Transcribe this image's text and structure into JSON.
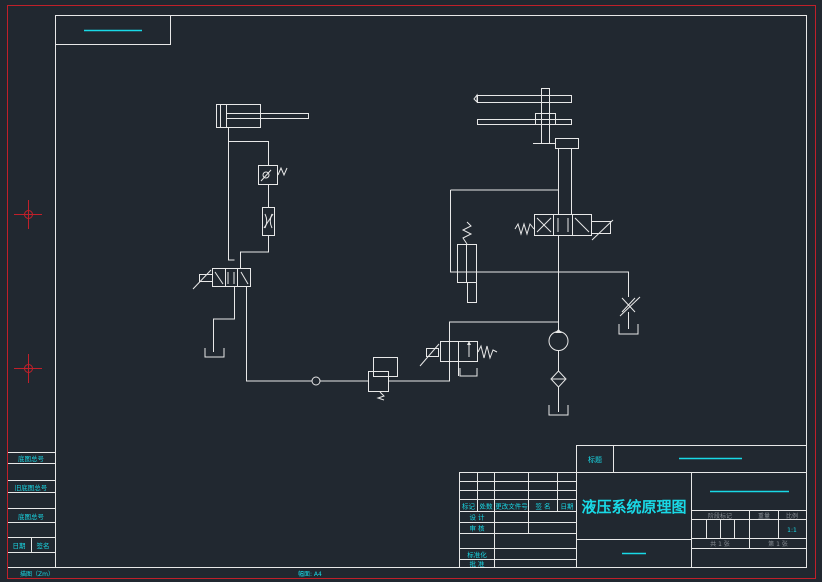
{
  "drawing": {
    "title": "液压系统原理图",
    "scale": "1:1",
    "sheet_total_label": "共 1 张",
    "sheet_no_label": "第 1 张"
  },
  "title_block": {
    "small_label": "标题",
    "column_headers": [
      "标记",
      "处数",
      "更改文件号",
      "签 名",
      "日期"
    ],
    "design_label": "设 计",
    "review_label": "审 核",
    "process_label": "标准化",
    "approve_label": "批 准",
    "stage_label": "阶段标记",
    "weight_label": "重量",
    "scale_label": "比例"
  },
  "side_block": {
    "items": [
      "底图总号",
      "旧底图总号",
      "底图总号",
      "日期",
      "签名"
    ]
  },
  "footer": {
    "left": "描图（Zm）",
    "middle": "幅面: A4"
  },
  "colors": {
    "background": "#212830",
    "line": "#e8e8e8",
    "border": "#c0202a",
    "accent": "#19d9e6"
  }
}
